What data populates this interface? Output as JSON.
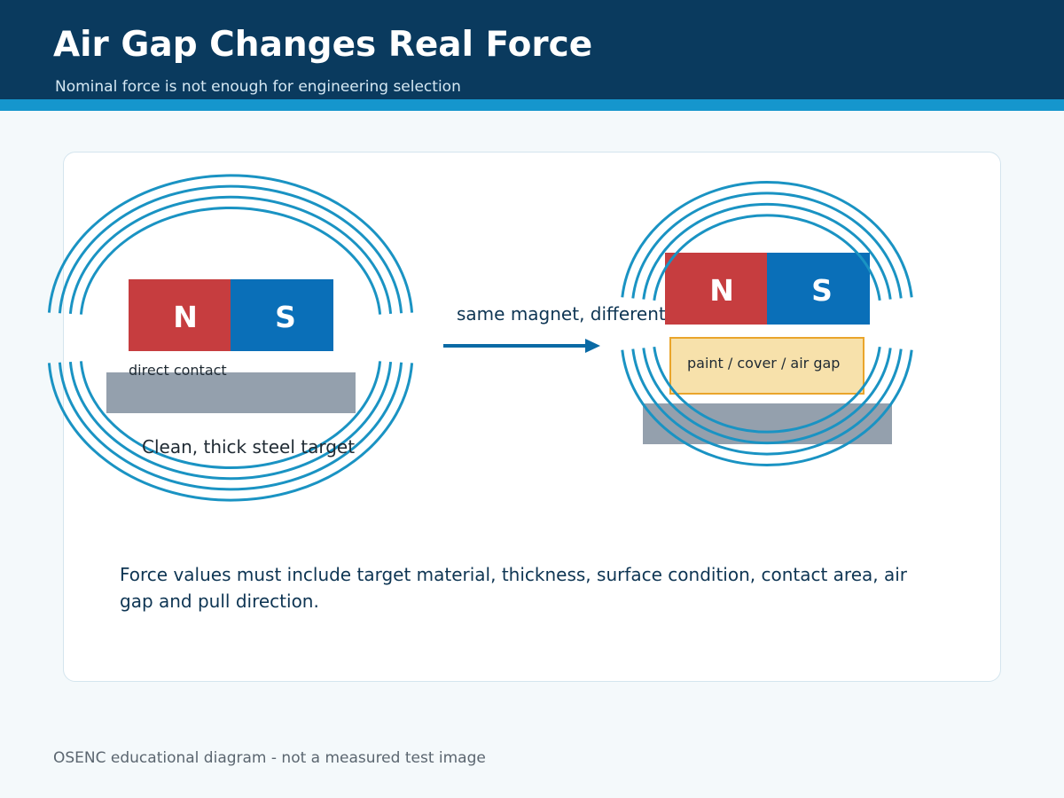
{
  "header": {
    "title": "Air Gap Changes Real Force",
    "subtitle": "Nominal force is not enough for engineering selection"
  },
  "left_setup": {
    "north_label": "N",
    "south_label": "S",
    "contact_label": "direct contact",
    "target_label": "Clean, thick steel target"
  },
  "transition": {
    "label": "same magnet, different condition"
  },
  "right_setup": {
    "north_label": "N",
    "south_label": "S",
    "gap_label": "paint / cover / air gap"
  },
  "note": "Force values must include target material, thickness, surface condition, contact area, air gap and pull direction.",
  "footer": "OSENC educational diagram - not a measured test image",
  "colors": {
    "header_bg": "#0a3a5e",
    "header_stripe": "#1596cd",
    "north_pole": "#c63d3f",
    "south_pole": "#0a6fb8",
    "steel": "#94a0ad",
    "gap_fill": "#f7e1ab",
    "gap_border": "#eaa52b",
    "field_lines": "#1a93c3",
    "arrow": "#0a6aa5"
  }
}
